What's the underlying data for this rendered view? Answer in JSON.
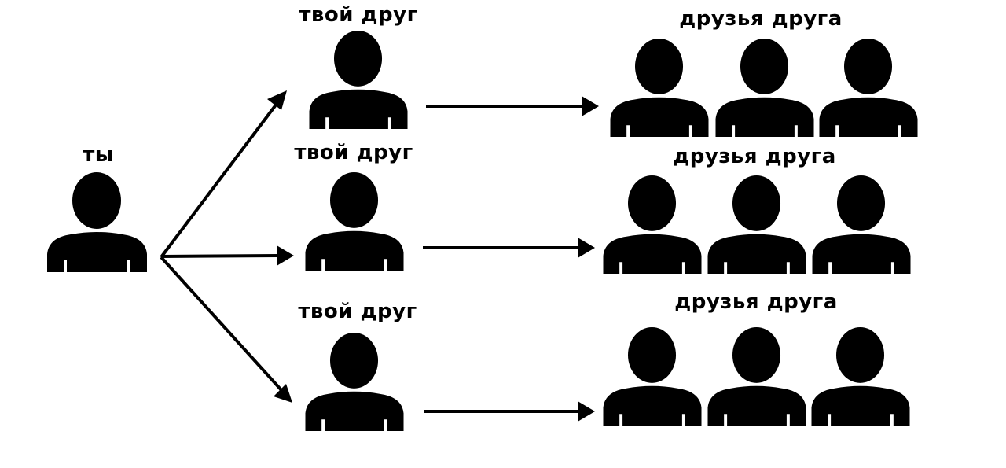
{
  "labels": {
    "you": "ты",
    "friend": [
      "твой друг",
      "твой друг",
      "твой друг"
    ],
    "friends_of_friend": [
      "друзья друга",
      "друзья друга",
      "друзья друга"
    ]
  },
  "colors": {
    "figure": "#000000",
    "background": "#ffffff"
  }
}
